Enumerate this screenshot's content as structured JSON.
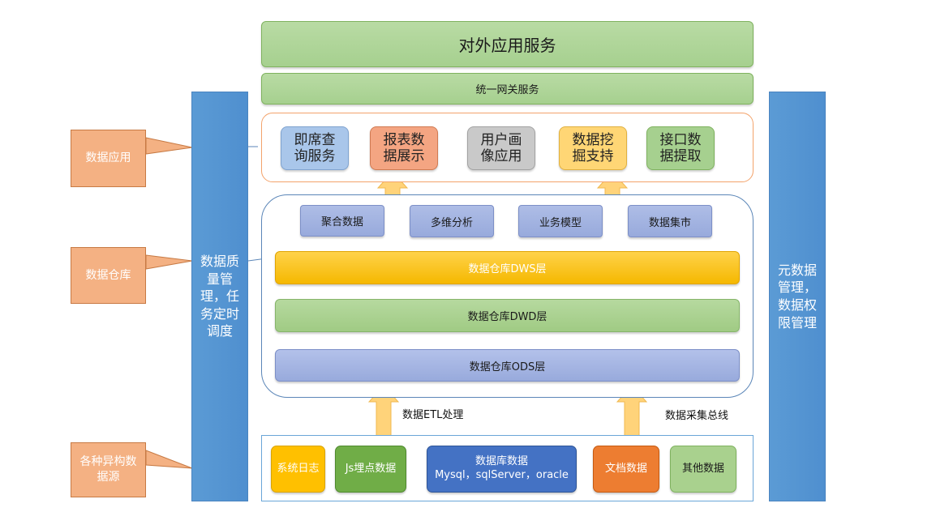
{
  "top": {
    "external_service": "对外应用服务",
    "gateway": "统一网关服务"
  },
  "left_column": {
    "text": "数据质量管理，任务定时调度"
  },
  "right_column": {
    "text": "元数据管理，数据权限管理"
  },
  "callouts": {
    "data_application": "数据应用",
    "data_warehouse": "数据仓库",
    "data_sources": "各种异构数据源"
  },
  "applications": [
    {
      "label": "即席查询服务",
      "color": "#a9c6ea"
    },
    {
      "label": "报表数据展示",
      "color": "#f4a582"
    },
    {
      "label": "用户画像应用",
      "color": "#c9c9c9"
    },
    {
      "label": "数据挖掘支持",
      "color": "#ffd675"
    },
    {
      "label": "接口数据提取",
      "color": "#a6d08f"
    }
  ],
  "warehouse": {
    "items": [
      "聚合数据",
      "多维分析",
      "业务模型",
      "数据集市"
    ],
    "layers": [
      {
        "label": "数据仓库DWS层",
        "color": "#ffc000"
      },
      {
        "label": "数据仓库DWD层",
        "color": "#a9d18e"
      },
      {
        "label": "数据仓库ODS层",
        "color": "#a4b4e4"
      }
    ]
  },
  "arrows": {
    "etl_label": "数据ETL处理",
    "bus_label": "数据采集总线",
    "color": "#ffd37a"
  },
  "sources": {
    "system_log": "系统日志",
    "js_tracking": "Js埋点数据",
    "database_title": "数据库数据",
    "database_detail": "Mysql，sqlServer，oracle",
    "documents": "文档数据",
    "other": "其他数据"
  }
}
